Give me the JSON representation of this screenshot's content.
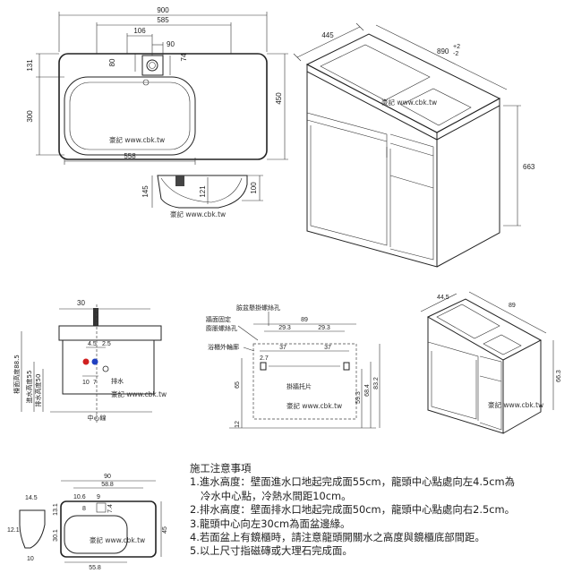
{
  "watermark": "豪記 www.cbk.tw",
  "top_plan": {
    "width_900": "900",
    "width_585": "585",
    "dim_106": "106",
    "dim_90": "90",
    "dim_80": "80",
    "dim_74": "74",
    "dim_131": "131",
    "dim_300": "300",
    "dim_450": "450",
    "dim_558": "558"
  },
  "section": {
    "dim_145": "145",
    "dim_121": "121",
    "dim_100": "100"
  },
  "cabinet_3d_large": {
    "depth": "445",
    "width": "890",
    "tol_plus": "+2",
    "tol_minus": "-2",
    "height": "663"
  },
  "front_elevation": {
    "top_30": "30",
    "dim_4_5": "4.5",
    "dim_2_5": "2.5",
    "dim_10": "10",
    "dim_7": "7",
    "drain_label": "排水",
    "center_label": "中心線",
    "label_885": "檯面高度88.5",
    "label_55": "進水高度55",
    "label_50": "排水高度50"
  },
  "mount_plan": {
    "label_screw": "臉盆懸掛螺絲孔",
    "label_wall1": "牆面固定",
    "label_wall2": "膨脹螺絲孔",
    "label_outer": "浴櫃外輪廓",
    "dim_89": "89",
    "dim_29_3a": "29.3",
    "dim_29_3b": "29.3",
    "dim_37a": "37",
    "dim_37b": "37",
    "dim_2_7": "2.7",
    "dim_65": "65",
    "dim_12": "12",
    "dim_59_3": "59.3",
    "dim_68_4": "68.4",
    "dim_83_2": "83.2",
    "hanger_label": "掛牆托片"
  },
  "cabinet_3d_small": {
    "depth": "44.5",
    "width": "89",
    "height": "66.3"
  },
  "bottom_plan": {
    "dim_90": "90",
    "dim_58_8": "58.8",
    "dim_14_5": "14.5",
    "dim_10_6": "10.6",
    "dim_9": "9",
    "dim_8": "8",
    "dim_7_4": "7.4",
    "dim_13_1": "13.1",
    "dim_30_1": "30.1",
    "dim_45": "45",
    "dim_12_1": "12.1",
    "dim_10": "10",
    "dim_55_8": "55.8"
  },
  "notes": {
    "title": "施工注意事項",
    "line1": "1.進水高度：壁面進水口地起完成面55cm，龍頭中心點處向左4.5cm為",
    "line1b": "冷水中心點，冷熱水間距10cm。",
    "line2": "2.排水高度：壁面排水口地起完成面50cm，龍頭中心點處向右2.5cm。",
    "line3": "3.龍頭中心向左30cm為面盆邊緣。",
    "line4": "4.若面盆上有鏡櫃時，請注意龍頭開關水之高度與鏡櫃底部間距。",
    "line5": "5.以上尺寸指磁磚或大理石完成面。"
  }
}
